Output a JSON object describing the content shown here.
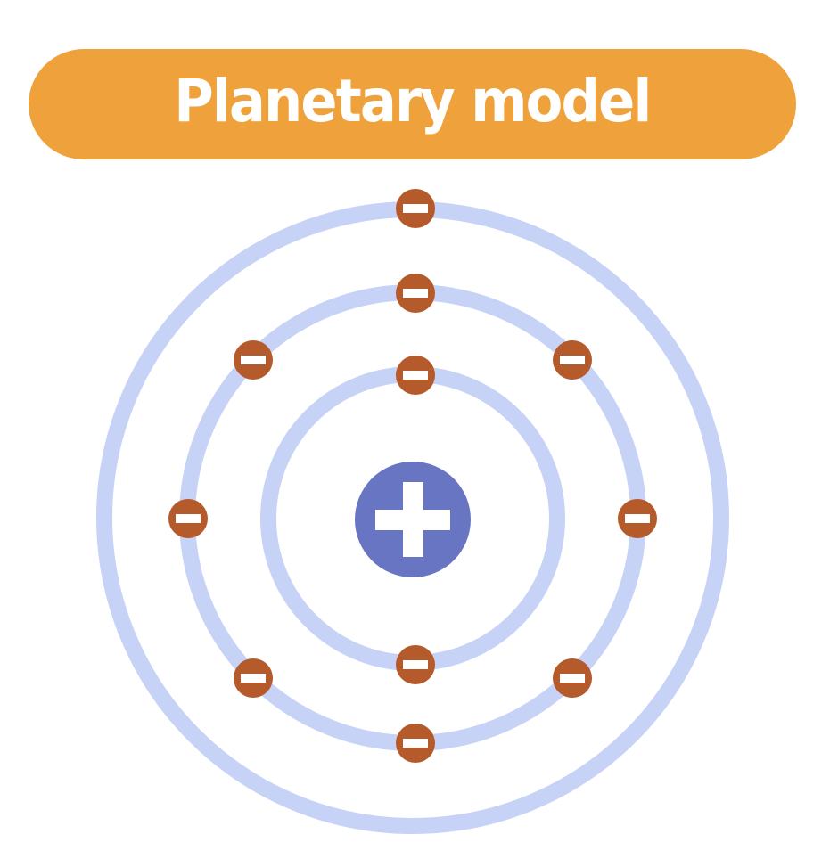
{
  "title": "Planetary model",
  "colors": {
    "title_background": "#EFA23C",
    "title_text": "#FFFFFF",
    "orbit": "#C6D2F6",
    "nucleus": "#6775C2",
    "electron": "#B55A2B",
    "sign": "#FFFFFF"
  },
  "nucleus": {
    "symbol": "plus",
    "charge": "positive"
  },
  "orbits": [
    {
      "name": "inner",
      "electrons": 2
    },
    {
      "name": "middle",
      "electrons": 8
    },
    {
      "name": "outer",
      "electrons": 1
    }
  ],
  "electron_symbol": "minus"
}
